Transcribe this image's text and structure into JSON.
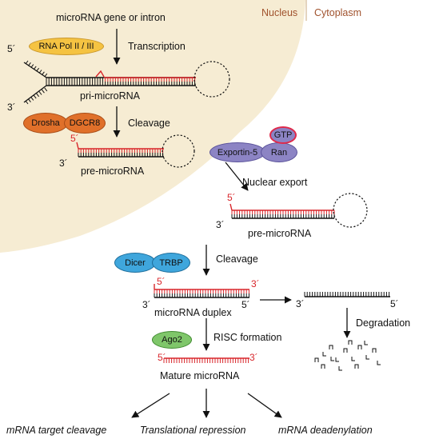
{
  "regions": {
    "nucleus": "Nucleus",
    "cytoplasm": "Cytoplasm"
  },
  "steps": {
    "source": "microRNA gene or intron",
    "transcription": "Transcription",
    "pri": "pri-microRNA",
    "cleavage1": "Cleavage",
    "pre_nuclear": "pre-microRNA",
    "nuclear_export": "Nuclear export",
    "pre_cyto": "pre-microRNA",
    "cleavage2": "Cleavage",
    "duplex": "microRNA duplex",
    "risc": "RISC formation",
    "degradation": "Degradation",
    "mature": "Mature microRNA"
  },
  "proteins": {
    "polymerase": "RNA Pol II / III",
    "drosha": "Drosha",
    "dgcr8": "DGCR8",
    "exportin": "Exportin-5",
    "ran": "Ran",
    "gtp": "GTP",
    "dicer": "Dicer",
    "trbp": "TRBP",
    "ago2": "Ago2"
  },
  "ends": {
    "five": "5´",
    "three": "3´"
  },
  "outcomes": {
    "cleavage": "mRNA target cleavage",
    "repression": "Translational repression",
    "deadenylation": "mRNA deadenylation"
  },
  "colors": {
    "nucleus_fill": "#f6ecd3",
    "region_label": "#a0522d",
    "red_strand": "#d8262b",
    "pol_fill": "#f5c342",
    "drosha_fill": "#e0702a",
    "exportin_fill": "#8c84c4",
    "gtp_ring": "#e0294a",
    "dicer_fill": "#3fa6dc",
    "ago2_fill": "#7fc66a"
  }
}
